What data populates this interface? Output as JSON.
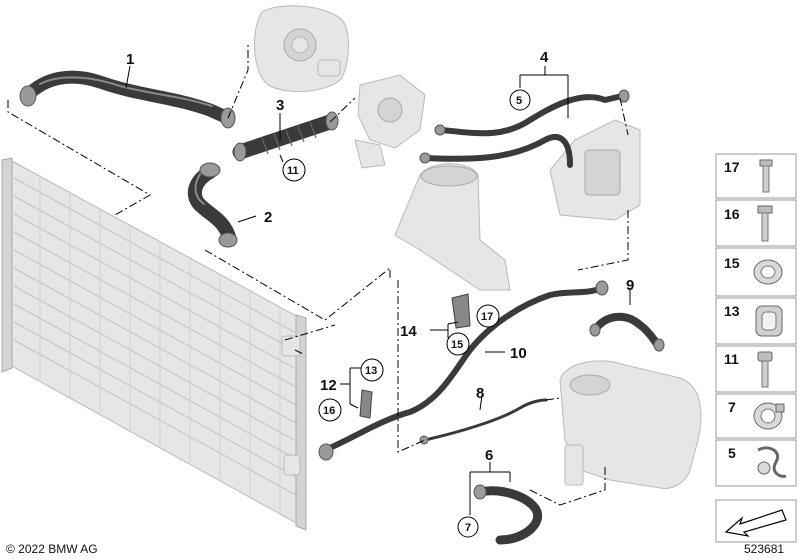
{
  "callouts": {
    "c1": "1",
    "c2": "2",
    "c3": "3",
    "c4": "4",
    "c5": "5",
    "c6": "6",
    "c7": "7",
    "c8": "8",
    "c9": "9",
    "c10": "10",
    "c11": "11",
    "c12": "12",
    "c13": "13",
    "c14": "14",
    "c15": "15",
    "c16": "16",
    "c17": "17"
  },
  "legend": {
    "items": [
      "17",
      "16",
      "15",
      "13",
      "11",
      "7",
      "5"
    ]
  },
  "footer": {
    "copyright": "© 2022 BMW AG",
    "diagram_id": "523681"
  }
}
